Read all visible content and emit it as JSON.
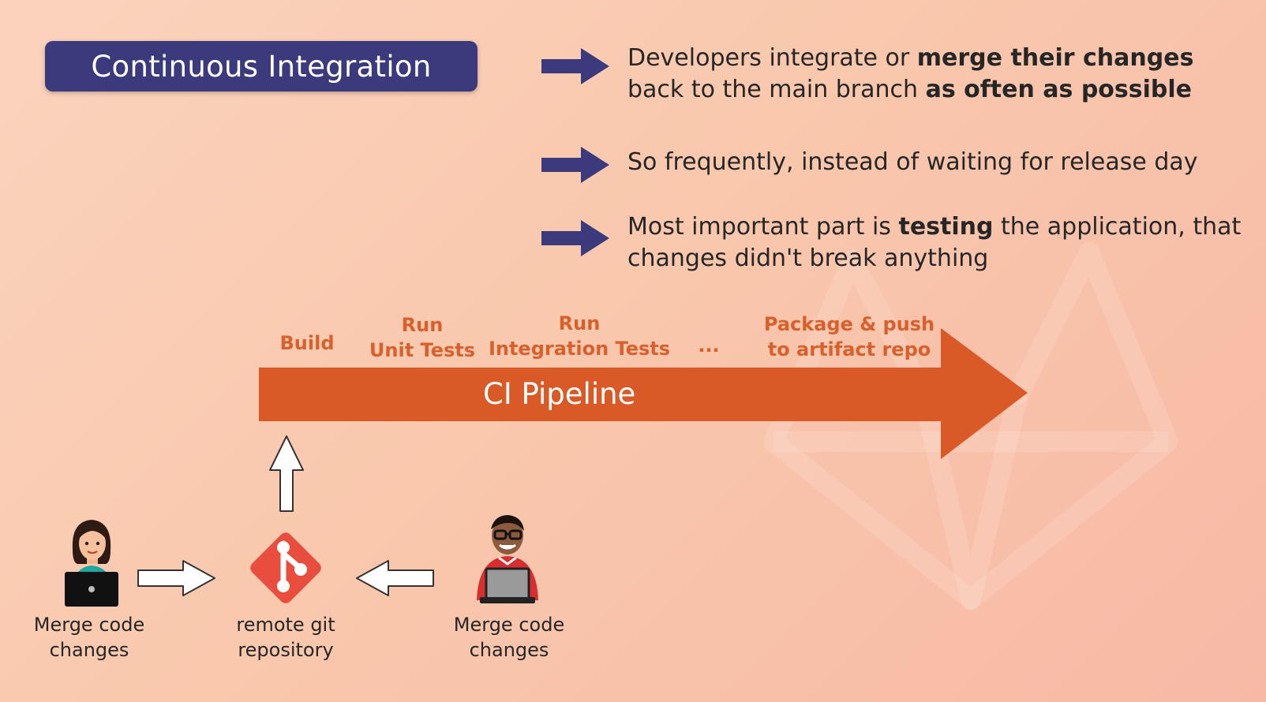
{
  "title": "Continuous Integration",
  "bullets": [
    {
      "line1": [
        {
          "t": "Developers integrate or ",
          "b": false
        },
        {
          "t": "merge their changes",
          "b": true
        }
      ],
      "line2": [
        {
          "t": "back to the main branch ",
          "b": false
        },
        {
          "t": "as often as possible",
          "b": true
        }
      ]
    },
    {
      "line1": [
        {
          "t": "So frequently, instead of waiting for release day",
          "b": false
        }
      ],
      "line2": []
    },
    {
      "line1": [
        {
          "t": "Most important part is ",
          "b": false
        },
        {
          "t": "testing",
          "b": true
        },
        {
          "t": " the application, that",
          "b": false
        }
      ],
      "line2": [
        {
          "t": "changes didn't break anything",
          "b": false
        }
      ]
    }
  ],
  "pipeline": {
    "label": "CI Pipeline",
    "steps": [
      {
        "line1": "Build",
        "line2": ""
      },
      {
        "line1": "Run",
        "line2": "Unit Tests"
      },
      {
        "line1": "Run",
        "line2": "Integration Tests"
      },
      {
        "line1": "...",
        "line2": ""
      },
      {
        "line1": "Package & push",
        "line2": "to artifact repo"
      }
    ]
  },
  "actors": {
    "left": {
      "line1": "Merge code",
      "line2": "changes"
    },
    "repo": {
      "line1": "remote git",
      "line2": "repository"
    },
    "right": {
      "line1": "Merge code",
      "line2": "changes"
    }
  },
  "colors": {
    "title_bg": "#3b3a7c",
    "bullet_arrow": "#3b3a7c",
    "pipeline": "#d95a27",
    "step_text": "#d8602d",
    "git": "#e84d3d"
  }
}
